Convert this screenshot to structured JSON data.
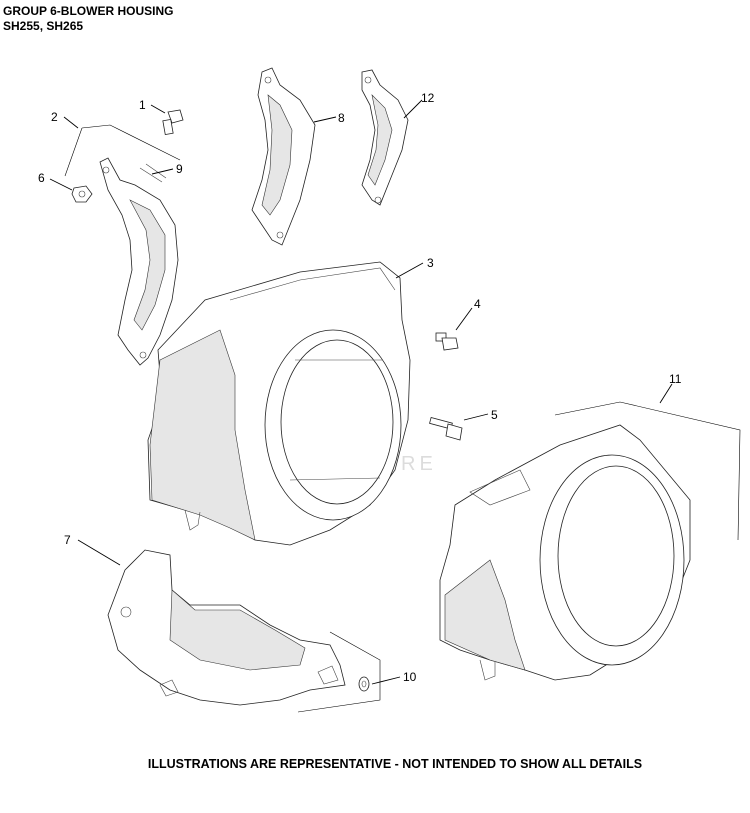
{
  "header": {
    "title": "GROUP 6-BLOWER HOUSING",
    "models": "SH255, SH265"
  },
  "footer": {
    "note": "ILLUSTRATIONS ARE REPRESENTATIVE - NOT INTENDED TO SHOW ALL DETAILS"
  },
  "watermark": {
    "text": "LEADVENTURE"
  },
  "callouts": [
    {
      "id": "1",
      "label": "1"
    },
    {
      "id": "2",
      "label": "2"
    },
    {
      "id": "3",
      "label": "3"
    },
    {
      "id": "4",
      "label": "4"
    },
    {
      "id": "5",
      "label": "5"
    },
    {
      "id": "6",
      "label": "6"
    },
    {
      "id": "7",
      "label": "7"
    },
    {
      "id": "8",
      "label": "8"
    },
    {
      "id": "9",
      "label": "9"
    },
    {
      "id": "10",
      "label": "10"
    },
    {
      "id": "11",
      "label": "11"
    },
    {
      "id": "12",
      "label": "12"
    }
  ]
}
